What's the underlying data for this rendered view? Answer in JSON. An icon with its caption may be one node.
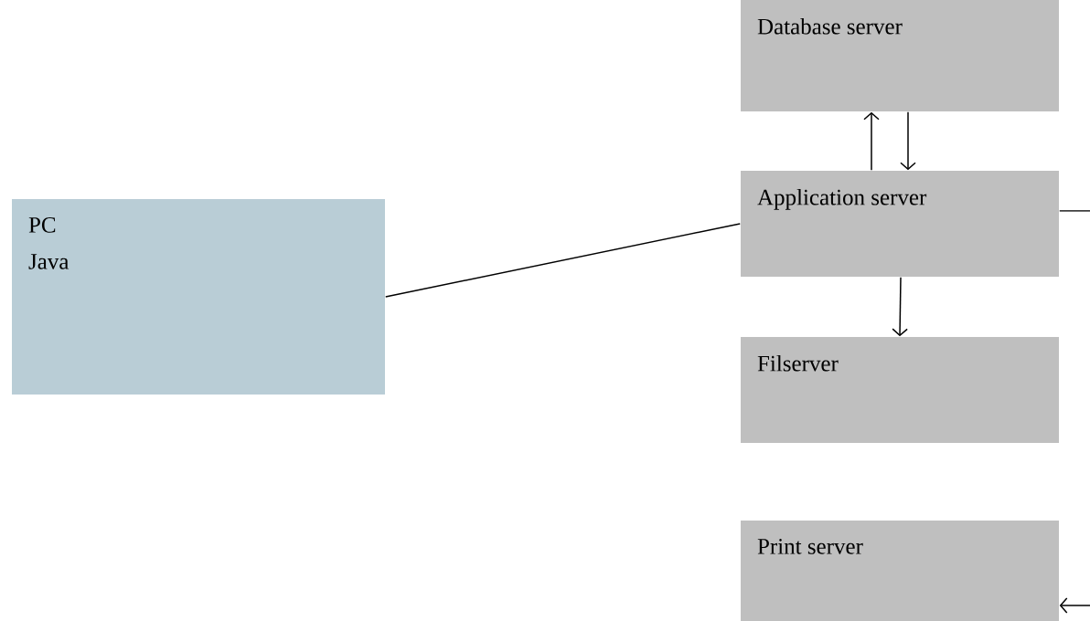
{
  "diagram": {
    "nodes": [
      {
        "text": [
          "PC",
          "Java"
        ]
      },
      {
        "text": [
          "Database server"
        ]
      },
      {
        "text": [
          "Application server"
        ]
      },
      {
        "text": [
          "Filserver"
        ]
      },
      {
        "text": [
          "Print server"
        ]
      }
    ],
    "edges": [
      {
        "from": 0,
        "to": 2,
        "arrow": "none"
      },
      {
        "from": 2,
        "to": 1,
        "arrow": "to"
      },
      {
        "from": 1,
        "to": 2,
        "arrow": "to"
      },
      {
        "from": 2,
        "to": 3,
        "arrow": "to"
      },
      {
        "from": 2,
        "to": null,
        "arrow": "none"
      },
      {
        "from": null,
        "to": 4,
        "arrow": "to"
      }
    ]
  }
}
